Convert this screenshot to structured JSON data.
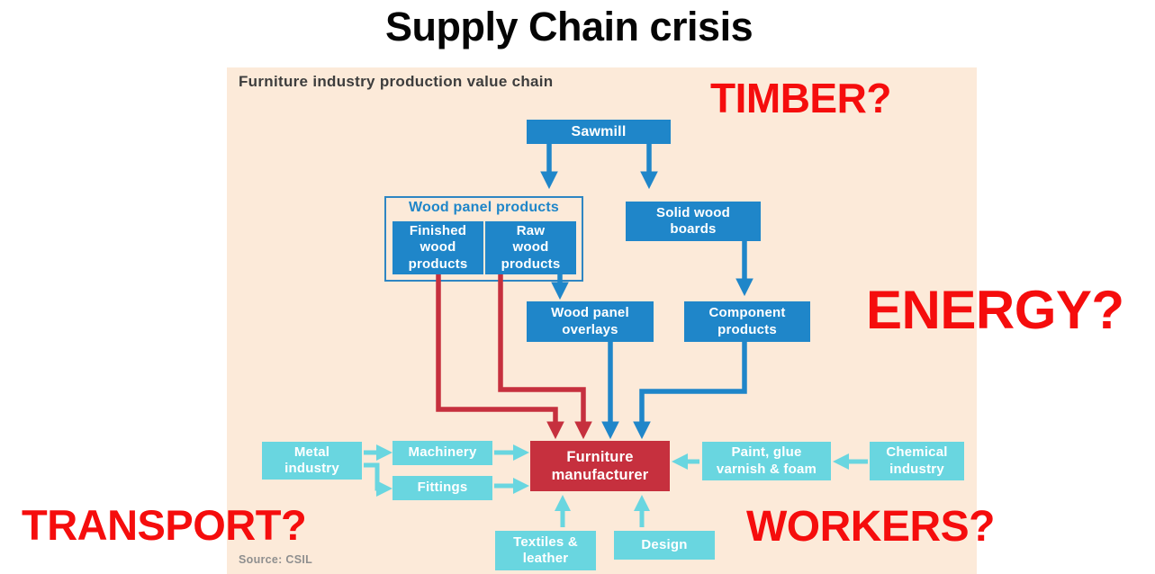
{
  "title": "Supply Chain crisis",
  "panel": {
    "heading": "Furniture industry production value chain",
    "source": "Source: CSIL",
    "bg_color": "#fcead9"
  },
  "annotations": {
    "timber": "TIMBER?",
    "energy": "ENERGY?",
    "transport": "TRANSPORT?",
    "workers": "WORKERS?",
    "color": "#f50d0d"
  },
  "colors": {
    "node_blue": "#1f86c9",
    "node_cyan": "#69d6e0",
    "node_red": "#c6303e",
    "group_border_blue": "#2e86c3",
    "panel_bg": "#fcead9"
  },
  "nodes": {
    "sawmill": {
      "label": "Sawmill"
    },
    "wood_panel_products_group": {
      "label": "Wood panel products"
    },
    "finished_wood_products": {
      "label": "Finished\nwood\nproducts"
    },
    "raw_wood_products": {
      "label": "Raw\nwood\nproducts"
    },
    "solid_wood_boards": {
      "label": "Solid wood\nboards"
    },
    "wood_panel_overlays": {
      "label": "Wood panel\noverlays"
    },
    "component_products": {
      "label": "Component\nproducts"
    },
    "furniture_manufacturer": {
      "label": "Furniture\nmanufacturer"
    },
    "metal_industry": {
      "label": "Metal\nindustry"
    },
    "machinery": {
      "label": "Machinery"
    },
    "fittings": {
      "label": "Fittings"
    },
    "paint_glue_varnish_foam": {
      "label": "Paint, glue\nvarnish & foam"
    },
    "chemical_industry": {
      "label": "Chemical\nindustry"
    },
    "textiles_leather": {
      "label": "Textiles &\nleather"
    },
    "design": {
      "label": "Design"
    }
  },
  "edges": [
    {
      "from": "Sawmill",
      "to": "Wood panel products",
      "color": "blue"
    },
    {
      "from": "Sawmill",
      "to": "Solid wood boards",
      "color": "blue"
    },
    {
      "from": "Raw wood products",
      "to": "Wood panel overlays",
      "color": "blue"
    },
    {
      "from": "Solid wood boards",
      "to": "Component products",
      "color": "blue"
    },
    {
      "from": "Wood panel overlays",
      "to": "Furniture manufacturer",
      "color": "blue"
    },
    {
      "from": "Component products",
      "to": "Furniture manufacturer",
      "color": "blue"
    },
    {
      "from": "Finished wood products",
      "to": "Furniture manufacturer",
      "color": "red"
    },
    {
      "from": "Raw wood products",
      "to": "Furniture manufacturer",
      "color": "red"
    },
    {
      "from": "Metal industry",
      "to": "Machinery",
      "color": "cyan"
    },
    {
      "from": "Metal industry",
      "to": "Fittings",
      "color": "cyan"
    },
    {
      "from": "Machinery",
      "to": "Furniture manufacturer",
      "color": "cyan"
    },
    {
      "from": "Fittings",
      "to": "Furniture manufacturer",
      "color": "cyan"
    },
    {
      "from": "Chemical industry",
      "to": "Paint, glue varnish & foam",
      "color": "cyan"
    },
    {
      "from": "Paint, glue varnish & foam",
      "to": "Furniture manufacturer",
      "color": "cyan"
    },
    {
      "from": "Textiles & leather",
      "to": "Furniture manufacturer",
      "color": "cyan"
    },
    {
      "from": "Design",
      "to": "Furniture manufacturer",
      "color": "cyan"
    }
  ]
}
